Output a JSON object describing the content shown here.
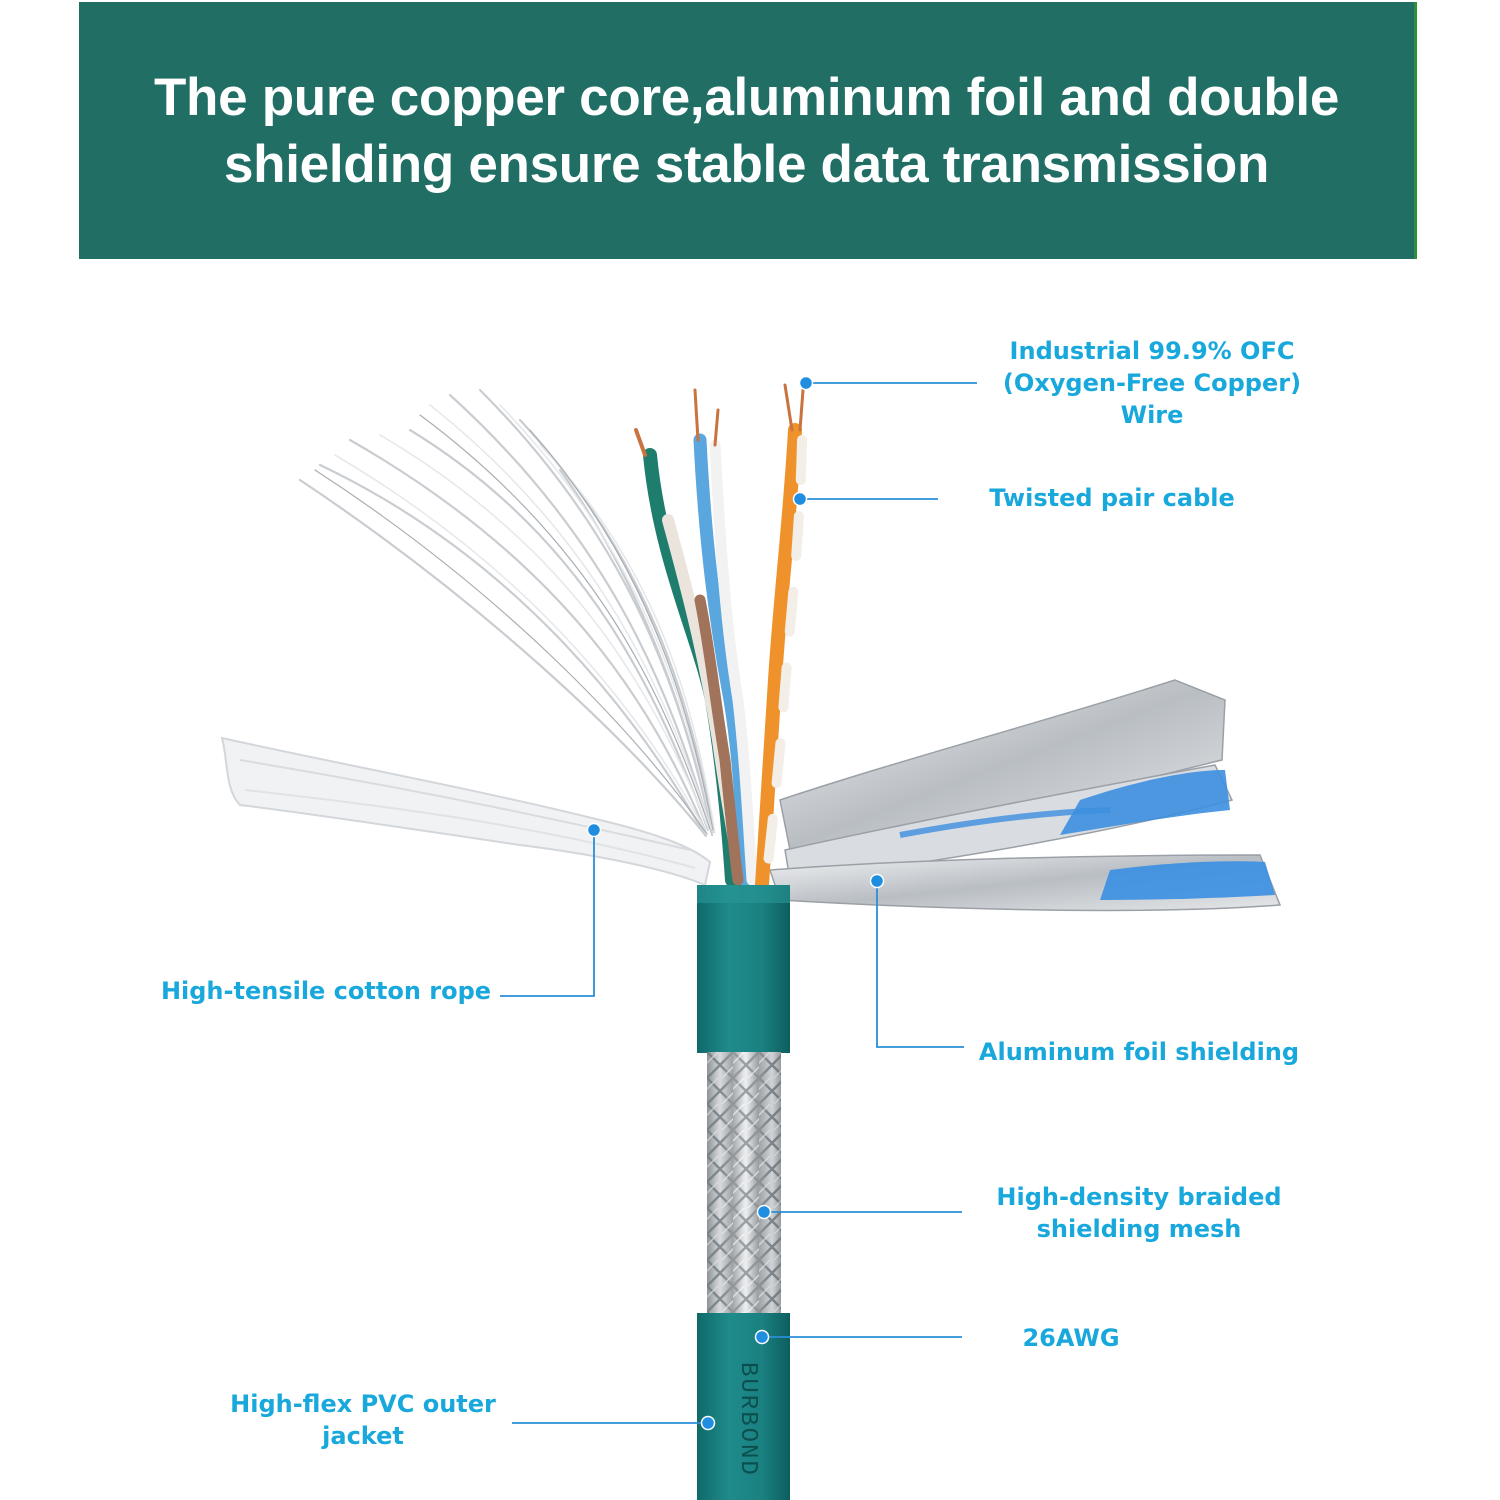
{
  "header": {
    "title": "The pure copper core,aluminum foil and double shielding ensure stable data transmission"
  },
  "labels": {
    "ofc": [
      "Industrial 99.9% OFC",
      "(Oxygen-Free Copper)",
      "Wire"
    ],
    "twisted_pair": "Twisted pair cable",
    "cotton_rope": "High-tensile cotton rope",
    "aluminum_foil": "Aluminum foil shielding",
    "braided_mesh": [
      "High-density braided",
      "shielding mesh"
    ],
    "awg": "26AWG",
    "pvc_jacket": [
      "High-flex PVC outer",
      "jacket"
    ]
  },
  "jacket_print": "BURBOND",
  "colors": {
    "header_bg": "#216e65",
    "label": "#18a8dc",
    "callout": "#2a8fd8",
    "jacket": "#1d8080"
  }
}
